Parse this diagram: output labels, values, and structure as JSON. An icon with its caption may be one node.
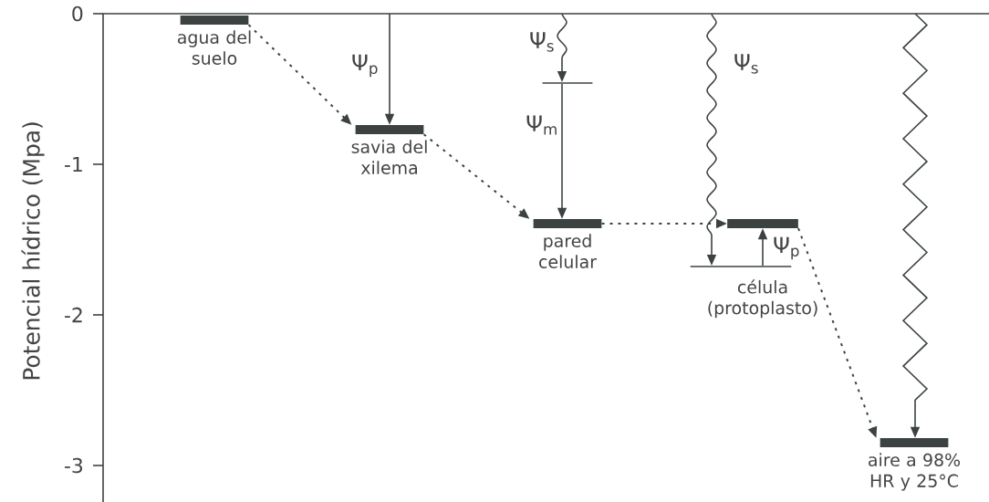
{
  "diagram": {
    "nodes": [
      {
        "text": [
          "agua del suelo"
        ]
      },
      {
        "text": [
          "savia del xilema"
        ]
      },
      {
        "text": [],
        "shape": "line"
      },
      {
        "text": [
          "pared celular"
        ]
      },
      {
        "text": [
          "célula (protoplasto)"
        ]
      },
      {
        "text": [],
        "shape": "line"
      },
      {
        "text": [
          "aire a 98% HR y 25°C"
        ]
      }
    ],
    "edges": [
      {
        "from": 0,
        "to": 1,
        "arrow": "to",
        "style": "dashed"
      },
      {
        "from": 1,
        "to": 3,
        "arrow": "to",
        "style": "dashed"
      },
      {
        "from": 3,
        "to": 4,
        "arrow": "to",
        "style": "dashed"
      },
      {
        "from": 4,
        "to": 6,
        "arrow": "to",
        "style": "dashed"
      },
      {
        "from": null,
        "to": 1,
        "arrow": "to",
        "label": "Ψ$_{p}$"
      },
      {
        "from": null,
        "to": 2,
        "arrow": "to",
        "label": "Ψ$_{s}$"
      },
      {
        "from": 2,
        "to": 3,
        "arrow": "to",
        "label": "Ψ$_{m}$"
      },
      {
        "from": null,
        "to": 5,
        "arrow": "to",
        "label": "Ψ$_{s}$"
      },
      {
        "from": 5,
        "to": 4,
        "arrow": "to",
        "label": "Ψ$_{p}$"
      },
      {
        "from": null,
        "to": 6,
        "arrow": "to"
      }
    ],
    "labels": [
      "Potencial hídrico (Mpa)",
      "0",
      "-1",
      "-2",
      "-3"
    ]
  }
}
